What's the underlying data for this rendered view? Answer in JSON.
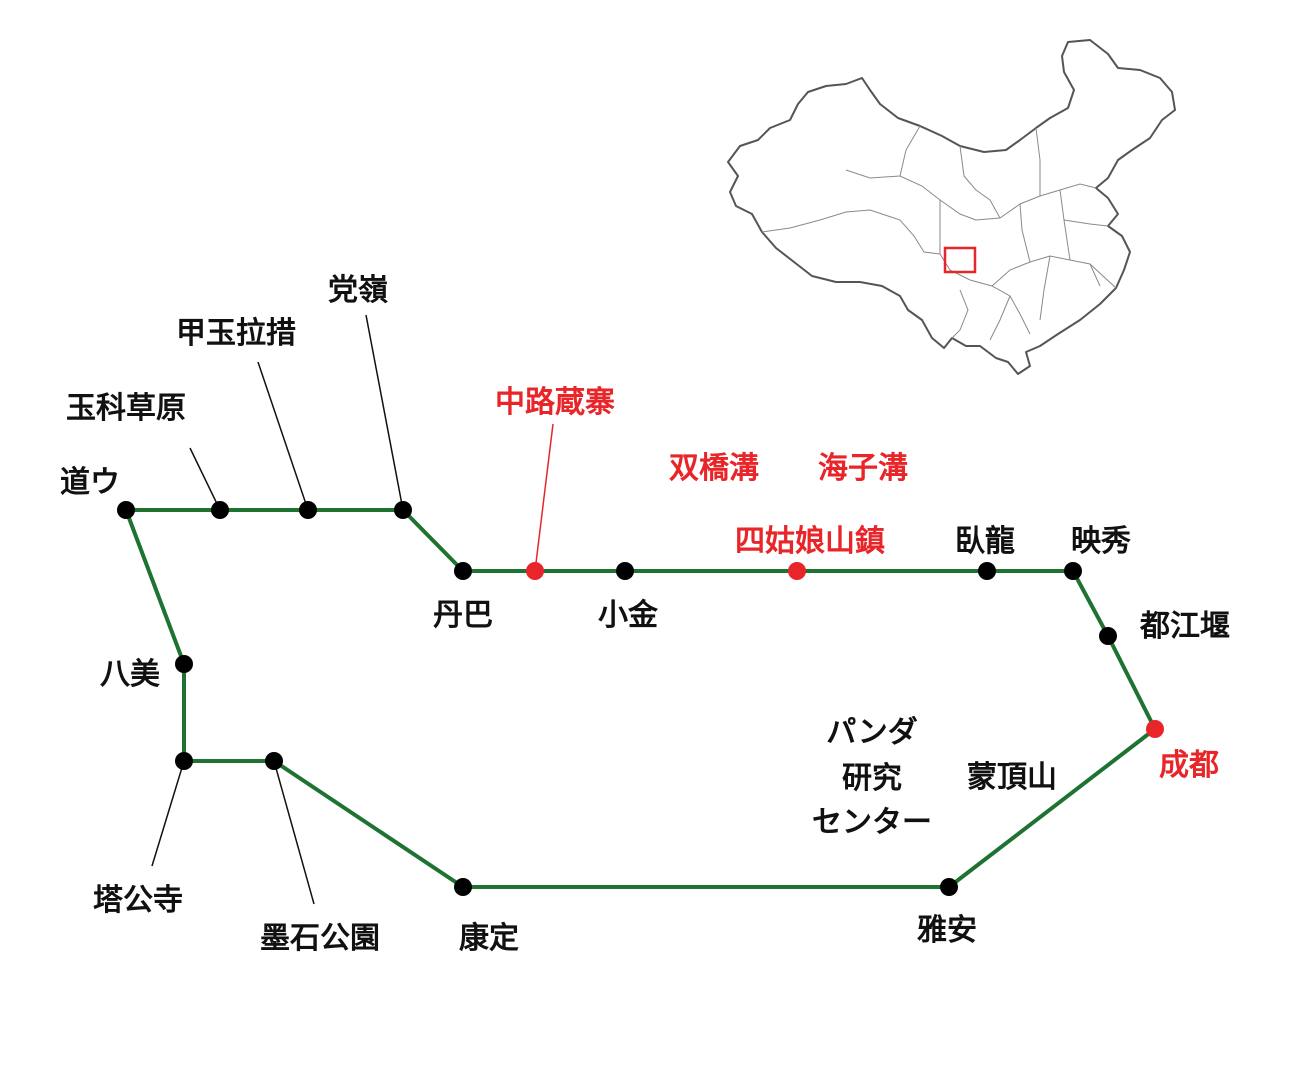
{
  "colors": {
    "route": "#1e7232",
    "station_default": "#000000",
    "station_highlight": "#e8262a",
    "label_default": "#111111",
    "label_highlight": "#e8262a",
    "inset_outline": "#555555",
    "inset_marker": "#e8262a"
  },
  "stations": {
    "daou": "道ウ",
    "yuke_caoyuan": "玉科草原",
    "jiayulacuo": "甲玉拉措",
    "dangling": "党嶺",
    "danba": "丹巴",
    "zhonglu": "中路蔵寨",
    "xiaojin": "小金",
    "siguniangshan": "四姑娘山鎮",
    "wolong": "臥龍",
    "yingxiu": "映秀",
    "dujiangyan": "都江堰",
    "chengdu": "成都",
    "yaan": "雅安",
    "kangding": "康定",
    "moshi": "墨石公園",
    "tagongsi": "塔公寺",
    "bamei": "八美"
  },
  "attractions": {
    "shuangqiaogou": "双橋溝",
    "haizigou": "海子溝",
    "mengdingshan": "蒙頂山",
    "panda_line1": "パンダ",
    "panda_line2": "研究",
    "panda_line3": "センター"
  },
  "inset": {
    "icon": "china-outline-map",
    "marker": "sichuan-area-square"
  }
}
